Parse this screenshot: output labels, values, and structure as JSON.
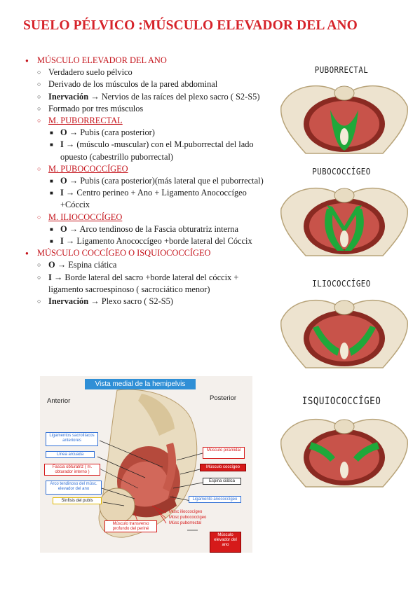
{
  "title": "SUELO PÉLVICO :MÚSCULO ELEVADOR DEL ANO",
  "notes": {
    "h1": "MÚSCULO ELEVADOR DEL ANO",
    "i1": "Verdadero suelo pélvico",
    "i2": "Derivado de los músculos de la pared abdominal",
    "inerv_label": "Inervación",
    "inerv_text": " → Nervios de las raíces del plexo sacro ( S2-S5)",
    "i4": "Formado por tres músculos",
    "m1": "M. PUBORRECTAL",
    "m1_o_label": "O",
    "m1_o": " → Pubis (cara posterior)",
    "m1_i_label": "I",
    "m1_i": " →  (músculo -muscular) con el M.puborrectal del lado opuesto (cabestrillo puborrectal)",
    "m2": "M. PUBOCOCCÍGEO",
    "m2_o_label": "O",
    "m2_o": " → Pubis (cara posterior)(más lateral que el puborrectal)",
    "m2_i_label": "I",
    "m2_i": " → Centro perineo + Ano + Ligamento Anococcígeo +Cóccix",
    "m3": "M. ILIOCOCCÍGEO",
    "m3_o_label": "O",
    "m3_o": " → Arco tendinoso de la Fascia obturatriz interna",
    "m3_i_label": "I",
    "m3_i": " → Ligamento Anococcígeo +borde lateral del Cóccix",
    "h2": "MÚSCULO COCCÍGEO O  ISQUIOCOCCÍGEO",
    "c_o_label": "O",
    "c_o": " → Espina ciática",
    "c_i_label": "I",
    "c_i": " → Borde lateral del sacro +borde lateral del cóccix + ligamento sacroespinoso ( sacrociático menor)",
    "c_inerv_label": "Inervación",
    "c_inerv": " → Plexo sacro ( S2-S5)"
  },
  "pelvis_images": [
    {
      "label": "PUBORRECTAL",
      "muscle_color": "#1fa83a"
    },
    {
      "label": "PUBOCOCCÍGEO",
      "muscle_color": "#1fa83a"
    },
    {
      "label": "ILIOCOCCÍGEO",
      "muscle_color": "#1fa83a"
    },
    {
      "label": "ISQUIOCOCCÍGEO",
      "muscle_color": "#1fa83a"
    }
  ],
  "figure": {
    "title": "Vista  medial de la hemipelvis",
    "anterior": "Anterior",
    "posterior": "Posterior",
    "labels": {
      "lig_sacro": "Ligamentos sacroilíacos anteriores",
      "linea": "Línea arcuada",
      "fascia": "Fascia obturatriz ( m. obturador interno )",
      "arco": "Arco tendinoso del músc. elevador del ano",
      "sinfisis": "Sínfisis del pubis",
      "piramidal": "Músculo piramidal",
      "coccigeo": "Músculo coccígeo",
      "espina": "Espina ciática",
      "lig_anococ": "Ligamento anococcígeo",
      "iliococ": "Músc ilioccocígeo",
      "pubococ": "Músc pubococcígeo",
      "puborrec": "Músc puborrectal",
      "transverso": "Músculo transverso profundo del periné",
      "elevador": "Músculo elevador del ano"
    }
  },
  "colors": {
    "title_red": "#d6232a",
    "muscle_green": "#1fa83a",
    "fig_blue": "#2f8fd6"
  }
}
